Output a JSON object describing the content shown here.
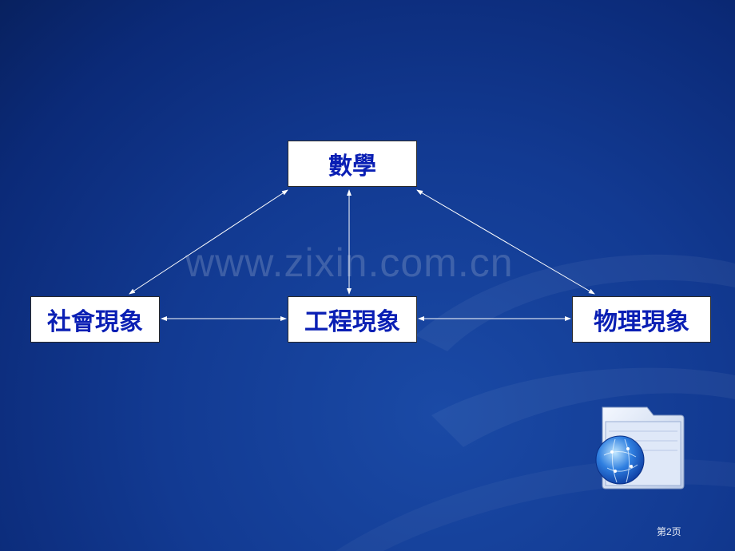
{
  "watermark": "www.zixin.com.cn",
  "nodes": {
    "math": "數學",
    "social": "社會現象",
    "engineering": "工程現象",
    "physical": "物理現象"
  },
  "footer": {
    "page_label": "第2页"
  },
  "colors": {
    "background": "#123a92",
    "node_text": "#0a1fb4",
    "node_fill": "#ffffff",
    "arrow": "#ffffff"
  },
  "icons": [
    "folder-globe-icon"
  ]
}
